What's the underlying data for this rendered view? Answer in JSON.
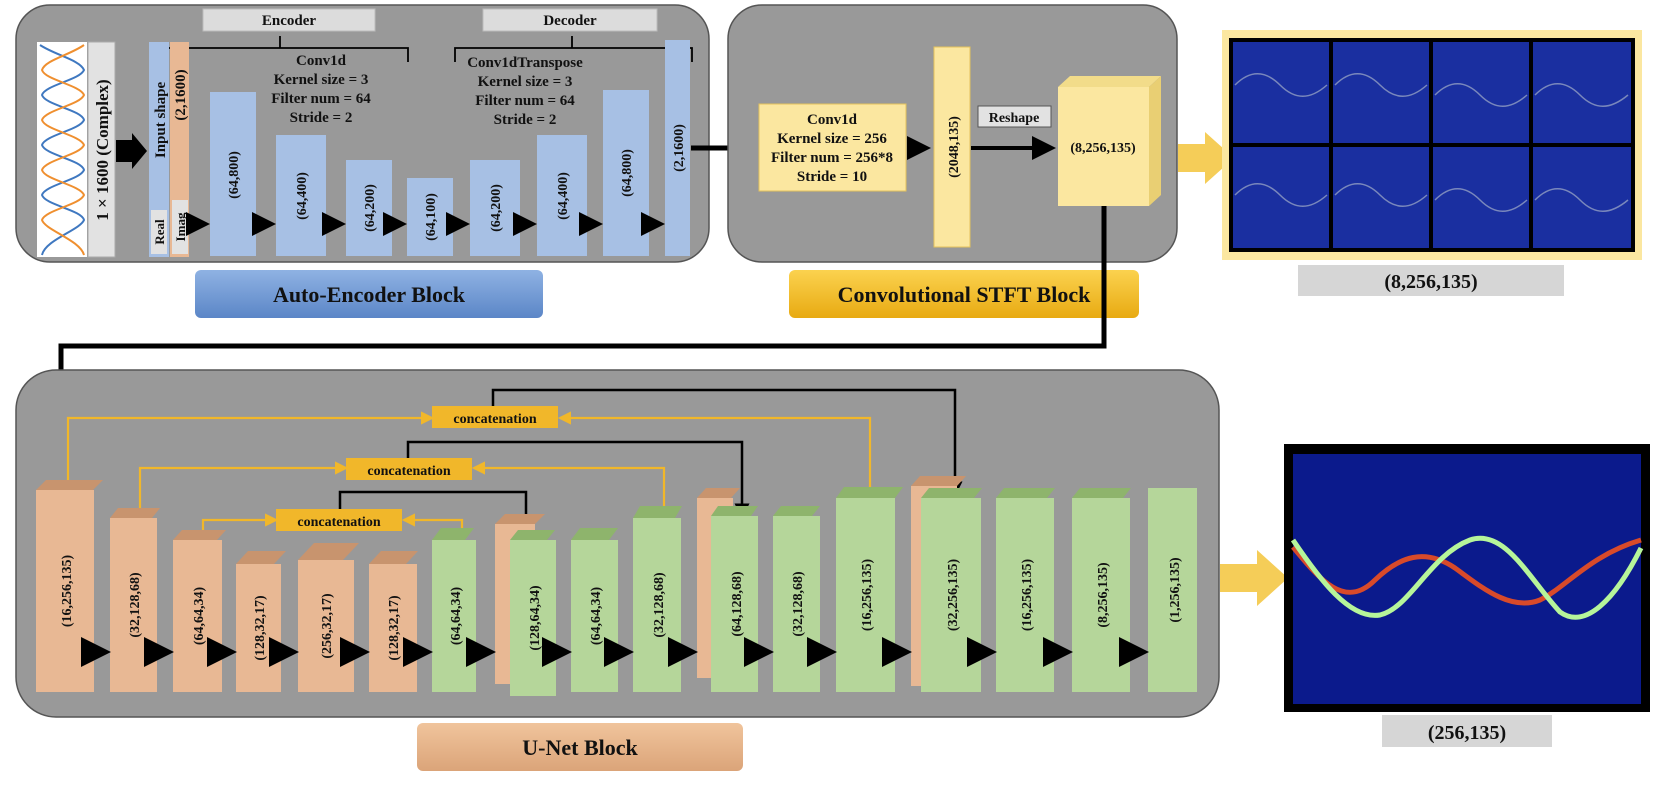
{
  "autoencoder": {
    "block_label": "Auto-Encoder Block",
    "encoder_header": "Encoder",
    "decoder_header": "Decoder",
    "input_caption": "1 × 1600 (Complex)",
    "input_shape_title": "Input shape",
    "input_shape_value": "(2,1600)",
    "real_label": "Real",
    "imag_label": "Imag",
    "encoder_params": [
      "Conv1d",
      "Kernel size = 3",
      "Filter num = 64",
      "Stride = 2"
    ],
    "decoder_params": [
      "Conv1dTranspose",
      "Kernel size = 3",
      "Filter num = 64",
      "Stride = 2"
    ],
    "layers": [
      "(64,800)",
      "(64,400)",
      "(64,200)",
      "(64,100)",
      "(64,200)",
      "(64,400)",
      "(64,800)",
      "(2,1600)"
    ]
  },
  "stft": {
    "block_label": "Convolutional STFT Block",
    "conv_params": [
      "Conv1d",
      "Kernel size = 256",
      "Filter num = 256*8",
      "Stride = 10"
    ],
    "conv_output": "(2048,135)",
    "reshape_label": "Reshape",
    "reshape_output": "(8,256,135)",
    "spectrogram_caption": "(8,256,135)"
  },
  "unet": {
    "block_label": "U-Net Block",
    "concat_label": "concatenation",
    "encoder_layers": [
      "(16,256,135)",
      "(32,128,68)",
      "(64,64,34)",
      "(128,32,17)",
      "(256,32,17)"
    ],
    "decoder_layers": [
      "(128,32,17)",
      "(64,64,34)",
      "(128,64,34)",
      "(64,64,34)",
      "(32,128,68)",
      "(64,128,68)",
      "(32,128,68)",
      "(16,256,135)",
      "(32,256,135)",
      "(16,256,135)",
      "(8,256,135)",
      "(1,256,135)"
    ],
    "output_caption": "(256,135)"
  },
  "colors": {
    "panel": "#999999",
    "encoder_blue": "#a7c0e4",
    "orange_layer": "#e8b894",
    "green_layer": "#b5d69a",
    "stft_yellow": "#fbe7a0",
    "concat_yellow": "#f1b72a",
    "spectrogram_bg": "#1a2fa0",
    "output_bg": "#0b1a8c"
  }
}
